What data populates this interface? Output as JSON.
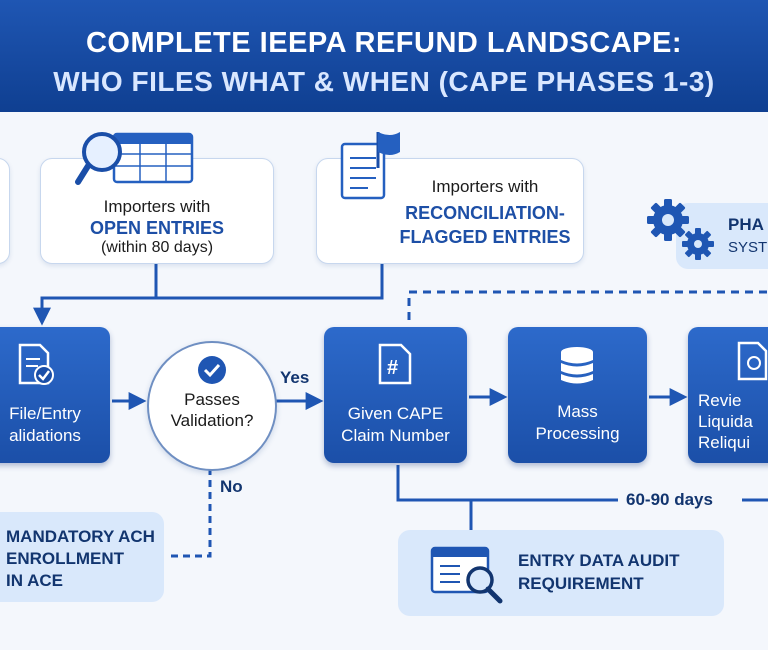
{
  "title": {
    "line1": "COMPLETE IEEPA REFUND LANDSCAPE:",
    "line2": "WHO FILES WHAT & WHEN (CAPE PHASES 1-3)"
  },
  "cards": {
    "open_entries": {
      "line1": "Importers with",
      "line2": "OPEN ENTRIES",
      "line3": "(within 80 days)"
    },
    "reconciliation": {
      "line1": "Importers with",
      "line2": "RECONCILIATION-",
      "line3": "FLAGGED ENTRIES"
    },
    "phase": {
      "line1": "PHA",
      "line2": "SYST"
    }
  },
  "flow": {
    "file_entry": {
      "line1": "File/Entry",
      "line2": "alidations"
    },
    "decision": {
      "line1": "Passes",
      "line2": "Validation?"
    },
    "yes_label": "Yes",
    "no_label": "No",
    "cape_claim": {
      "line1": "Given CAPE",
      "line2": "Claim Number"
    },
    "mass": {
      "line1": "Mass",
      "line2": "Processing"
    },
    "review": {
      "line1": "Revie",
      "line2": "Liquida",
      "line3": "Reliqui"
    }
  },
  "ach": {
    "line1": "MANDATORY ACH",
    "line2": "ENROLLMENT",
    "line3": "IN ACE"
  },
  "timeline_label": "60-90 days",
  "audit": {
    "line1": "ENTRY DATA AUDIT",
    "line2": "REQUIREMENT"
  },
  "colors": {
    "banner": "#1a4ea8",
    "box_blue": "#2560c0",
    "connector": "#1f56b3",
    "text_dark": "#12356f"
  }
}
